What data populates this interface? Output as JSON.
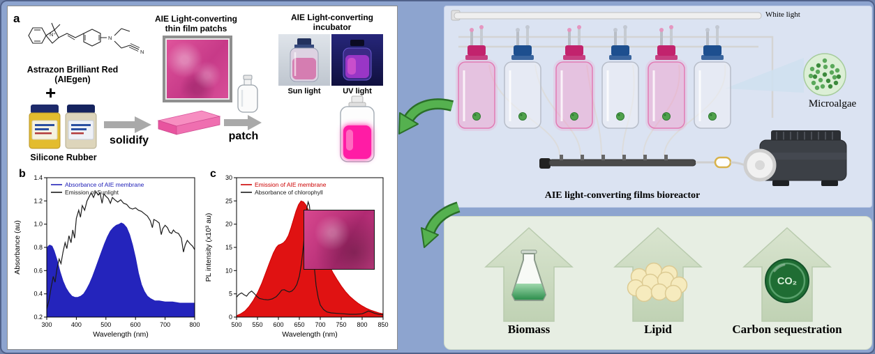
{
  "panel_a": {
    "label": "a",
    "compound_line1": "Astrazon Brilliant Red",
    "compound_line2": "(AIEgen)",
    "plus": "+",
    "silicone_label": "Silicone Rubber",
    "solidify_label": "solidify",
    "patch_label": "patch",
    "film_title_line1": "AIE Light-converting",
    "film_title_line2": "thin film patchs",
    "incubator_title_line1": "AIE Light-converting",
    "incubator_title_line2": "incubator",
    "sun_light_label": "Sun light",
    "uv_light_label": "UV light",
    "structure_atoms": {
      "n_plus": "N⁺",
      "n_amine": "N",
      "n_nitrile": "N"
    }
  },
  "panel_b": {
    "label": "b"
  },
  "panel_c": {
    "label": "c"
  },
  "bioreactor": {
    "white_light_label": "White light",
    "microalgae_label": "Microalgae",
    "caption": "AIE light-converting films bioreactor",
    "bottle_types": [
      "aie",
      "control",
      "aie",
      "control",
      "aie",
      "control"
    ]
  },
  "outcomes": {
    "items": [
      {
        "label": "Biomass",
        "icon": "flask-icon"
      },
      {
        "label": "Lipid",
        "icon": "lipid-droplets-icon"
      },
      {
        "label": "Carbon sequestration",
        "icon": "co2-icon"
      }
    ],
    "co2_text": "CO₂"
  },
  "chart_data": [
    {
      "id": "chart-b",
      "type": "area+line",
      "xlabel": "Wavelength (nm)",
      "ylabel": "Absorbance (au)",
      "xlim": [
        300,
        800
      ],
      "ylim": [
        0.2,
        1.4
      ],
      "xticks": [
        300,
        400,
        500,
        600,
        700,
        800
      ],
      "yticks": [
        0.2,
        0.4,
        0.6,
        0.8,
        1.0,
        1.2,
        1.4
      ],
      "ydecimals": 1,
      "legend_position": "top-left",
      "grid": false,
      "series": [
        {
          "name": "Absorbance of AIE membrane",
          "style": "area",
          "color": "#2121b8",
          "fill": "#2424bc",
          "points": [
            [
              300,
              0.79
            ],
            [
              305,
              0.81
            ],
            [
              310,
              0.82
            ],
            [
              318,
              0.81
            ],
            [
              325,
              0.77
            ],
            [
              335,
              0.69
            ],
            [
              345,
              0.59
            ],
            [
              355,
              0.51
            ],
            [
              365,
              0.45
            ],
            [
              375,
              0.41
            ],
            [
              385,
              0.38
            ],
            [
              395,
              0.37
            ],
            [
              405,
              0.37
            ],
            [
              415,
              0.38
            ],
            [
              425,
              0.4
            ],
            [
              435,
              0.44
            ],
            [
              445,
              0.49
            ],
            [
              455,
              0.55
            ],
            [
              465,
              0.62
            ],
            [
              475,
              0.69
            ],
            [
              485,
              0.76
            ],
            [
              495,
              0.83
            ],
            [
              505,
              0.89
            ],
            [
              515,
              0.94
            ],
            [
              525,
              0.97
            ],
            [
              535,
              0.99
            ],
            [
              545,
              1.0
            ],
            [
              552,
              1.01
            ],
            [
              560,
              1.0
            ],
            [
              570,
              0.97
            ],
            [
              580,
              0.91
            ],
            [
              590,
              0.82
            ],
            [
              600,
              0.71
            ],
            [
              610,
              0.58
            ],
            [
              620,
              0.48
            ],
            [
              630,
              0.42
            ],
            [
              640,
              0.38
            ],
            [
              650,
              0.36
            ],
            [
              665,
              0.34
            ],
            [
              680,
              0.34
            ],
            [
              700,
              0.33
            ],
            [
              725,
              0.33
            ],
            [
              750,
              0.32
            ],
            [
              775,
              0.32
            ],
            [
              800,
              0.32
            ]
          ]
        },
        {
          "name": "Emission of Sunlight",
          "style": "line",
          "color": "#1a1a1a",
          "points": [
            [
              300,
              0.27
            ],
            [
              308,
              0.35
            ],
            [
              315,
              0.46
            ],
            [
              322,
              0.55
            ],
            [
              328,
              0.5
            ],
            [
              335,
              0.62
            ],
            [
              342,
              0.7
            ],
            [
              348,
              0.66
            ],
            [
              355,
              0.76
            ],
            [
              362,
              0.84
            ],
            [
              368,
              0.79
            ],
            [
              375,
              0.9
            ],
            [
              382,
              0.84
            ],
            [
              388,
              0.95
            ],
            [
              394,
              0.88
            ],
            [
              400,
              1.05
            ],
            [
              408,
              1.12
            ],
            [
              414,
              1.06
            ],
            [
              420,
              1.16
            ],
            [
              428,
              1.12
            ],
            [
              436,
              1.2
            ],
            [
              444,
              1.24
            ],
            [
              450,
              1.27
            ],
            [
              458,
              1.23
            ],
            [
              466,
              1.28
            ],
            [
              474,
              1.25
            ],
            [
              480,
              1.27
            ],
            [
              487,
              1.18
            ],
            [
              493,
              1.26
            ],
            [
              500,
              1.24
            ],
            [
              508,
              1.22
            ],
            [
              515,
              1.18
            ],
            [
              522,
              1.23
            ],
            [
              530,
              1.21
            ],
            [
              540,
              1.19
            ],
            [
              550,
              1.21
            ],
            [
              560,
              1.18
            ],
            [
              570,
              1.17
            ],
            [
              580,
              1.14
            ],
            [
              590,
              1.13
            ],
            [
              600,
              1.14
            ],
            [
              610,
              1.12
            ],
            [
              620,
              1.11
            ],
            [
              630,
              1.09
            ],
            [
              640,
              1.07
            ],
            [
              650,
              1.03
            ],
            [
              657,
              0.97
            ],
            [
              662,
              1.04
            ],
            [
              670,
              1.03
            ],
            [
              680,
              1.01
            ],
            [
              687,
              0.91
            ],
            [
              692,
              0.96
            ],
            [
              700,
              0.99
            ],
            [
              708,
              0.97
            ],
            [
              715,
              0.93
            ],
            [
              722,
              0.92
            ],
            [
              728,
              0.95
            ],
            [
              735,
              0.93
            ],
            [
              745,
              0.92
            ],
            [
              755,
              0.88
            ],
            [
              762,
              0.76
            ],
            [
              768,
              0.82
            ],
            [
              775,
              0.86
            ],
            [
              785,
              0.83
            ],
            [
              793,
              0.81
            ],
            [
              800,
              0.78
            ]
          ]
        }
      ]
    },
    {
      "id": "chart-c",
      "type": "area+line",
      "xlabel": "Wavelength (nm)",
      "ylabel": "PL intensity (x10³ au)",
      "xlim": [
        500,
        850
      ],
      "ylim": [
        0,
        30
      ],
      "xticks": [
        500,
        550,
        600,
        650,
        700,
        750,
        800,
        850
      ],
      "yticks": [
        0,
        5,
        10,
        15,
        20,
        25,
        30
      ],
      "ydecimals": 0,
      "legend_position": "top-left",
      "grid": false,
      "series": [
        {
          "name": "Emission of AIE membrane",
          "style": "area",
          "color": "#cc0000",
          "fill": "#e01212",
          "points": [
            [
              500,
              0.3
            ],
            [
              510,
              0.7
            ],
            [
              520,
              1.3
            ],
            [
              530,
              2.3
            ],
            [
              540,
              3.6
            ],
            [
              550,
              5.2
            ],
            [
              560,
              7.2
            ],
            [
              570,
              9.6
            ],
            [
              580,
              12.0
            ],
            [
              588,
              13.8
            ],
            [
              595,
              15.0
            ],
            [
              600,
              15.5
            ],
            [
              606,
              15.7
            ],
            [
              612,
              16.0
            ],
            [
              618,
              16.6
            ],
            [
              624,
              17.6
            ],
            [
              630,
              19.2
            ],
            [
              636,
              21.0
            ],
            [
              642,
              22.8
            ],
            [
              648,
              24.2
            ],
            [
              654,
              25.0
            ],
            [
              660,
              24.8
            ],
            [
              666,
              24.1
            ],
            [
              672,
              23.0
            ],
            [
              680,
              21.0
            ],
            [
              690,
              18.3
            ],
            [
              700,
              15.8
            ],
            [
              710,
              13.5
            ],
            [
              720,
              11.4
            ],
            [
              730,
              9.6
            ],
            [
              740,
              8.1
            ],
            [
              750,
              6.7
            ],
            [
              760,
              5.5
            ],
            [
              770,
              4.5
            ],
            [
              780,
              3.7
            ],
            [
              790,
              3.0
            ],
            [
              800,
              2.4
            ],
            [
              810,
              1.9
            ],
            [
              820,
              1.5
            ],
            [
              830,
              1.2
            ],
            [
              840,
              0.9
            ],
            [
              850,
              0.7
            ]
          ]
        },
        {
          "name": "Absorbance of chlorophyll",
          "style": "line",
          "color": "#1a1a1a",
          "points": [
            [
              500,
              4.3
            ],
            [
              506,
              4.9
            ],
            [
              512,
              5.2
            ],
            [
              518,
              4.8
            ],
            [
              524,
              4.5
            ],
            [
              530,
              5.2
            ],
            [
              536,
              5.6
            ],
            [
              542,
              5.1
            ],
            [
              548,
              4.5
            ],
            [
              555,
              4.0
            ],
            [
              565,
              3.8
            ],
            [
              575,
              3.7
            ],
            [
              585,
              3.9
            ],
            [
              595,
              4.4
            ],
            [
              602,
              5.1
            ],
            [
              608,
              5.8
            ],
            [
              614,
              5.9
            ],
            [
              620,
              5.6
            ],
            [
              626,
              5.4
            ],
            [
              632,
              5.6
            ],
            [
              638,
              6.1
            ],
            [
              644,
              7.0
            ],
            [
              650,
              8.8
            ],
            [
              655,
              11.5
            ],
            [
              660,
              15.5
            ],
            [
              664,
              20.0
            ],
            [
              668,
              23.5
            ],
            [
              671,
              24.8
            ],
            [
              674,
              24.0
            ],
            [
              678,
              20.5
            ],
            [
              682,
              15.5
            ],
            [
              686,
              10.5
            ],
            [
              690,
              6.8
            ],
            [
              695,
              4.2
            ],
            [
              700,
              2.6
            ],
            [
              708,
              1.6
            ],
            [
              716,
              1.1
            ],
            [
              726,
              0.9
            ],
            [
              740,
              0.8
            ],
            [
              755,
              0.7
            ],
            [
              770,
              0.6
            ],
            [
              785,
              0.6
            ],
            [
              800,
              0.7
            ],
            [
              808,
              1.0
            ],
            [
              815,
              1.3
            ],
            [
              822,
              1.1
            ],
            [
              830,
              0.8
            ],
            [
              840,
              0.6
            ],
            [
              850,
              0.5
            ]
          ]
        }
      ]
    }
  ]
}
